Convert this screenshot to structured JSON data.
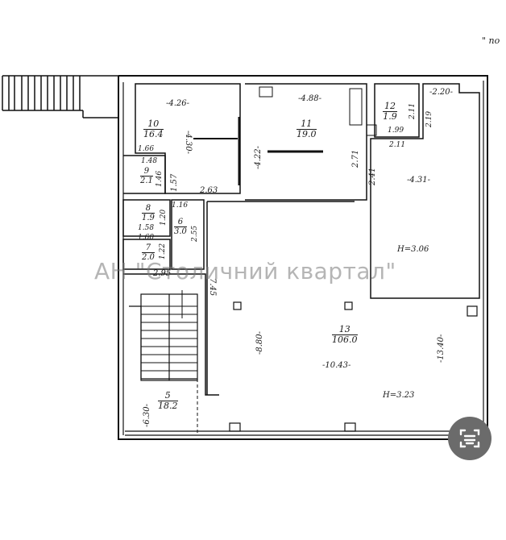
{
  "floor_plan": {
    "corner_note": "\" по",
    "watermark": "АН \"Столичний квартал\"",
    "rooms": [
      {
        "number": "5",
        "area": "18.2"
      },
      {
        "number": "6",
        "area": "3.0"
      },
      {
        "number": "7",
        "area": "2.0"
      },
      {
        "number": "8",
        "area": "1.9"
      },
      {
        "number": "9",
        "area": "2.1"
      },
      {
        "number": "10",
        "area": "16.4"
      },
      {
        "number": "11",
        "area": "19.0"
      },
      {
        "number": "12",
        "area": "1.9"
      },
      {
        "number": "13",
        "area": "106.0"
      }
    ],
    "dimensions": {
      "r10_width": "-4.26-",
      "r10_height": "-4.30-",
      "r10_bottom": "2.63",
      "r10_side": "1.57",
      "r9_top1": "1.66",
      "r9_top2": "1.48",
      "r9_side": "1.46",
      "r11_width": "-4.88-",
      "r11_height": "-4.22-",
      "r11_right": "2.71",
      "r11_right2": "2.41",
      "r12_h1": "2.11",
      "r12_h2": "2.19",
      "r12_bottom": "1.99",
      "r12_bottom2": "2.11",
      "ne_width": "-2.20-",
      "ne_room_width": "-4.31-",
      "ne_height": "H=3.06",
      "r8_top": "1.16",
      "r8_side": "1.20",
      "r8_bottom": "1.58",
      "r7_top": "1.60",
      "r7_side": "1.22",
      "r6_side": "2.55",
      "stair_width": "2.95",
      "corridor_len": "7.45",
      "r5_height": "-6.30-",
      "r13_height": "-8.80-",
      "r13_width": "-10.43-",
      "r13_right": "-13.40-",
      "r13_ceiling": "H=3.23"
    }
  },
  "ui": {
    "scan_button_icon": "text-scan-icon"
  }
}
